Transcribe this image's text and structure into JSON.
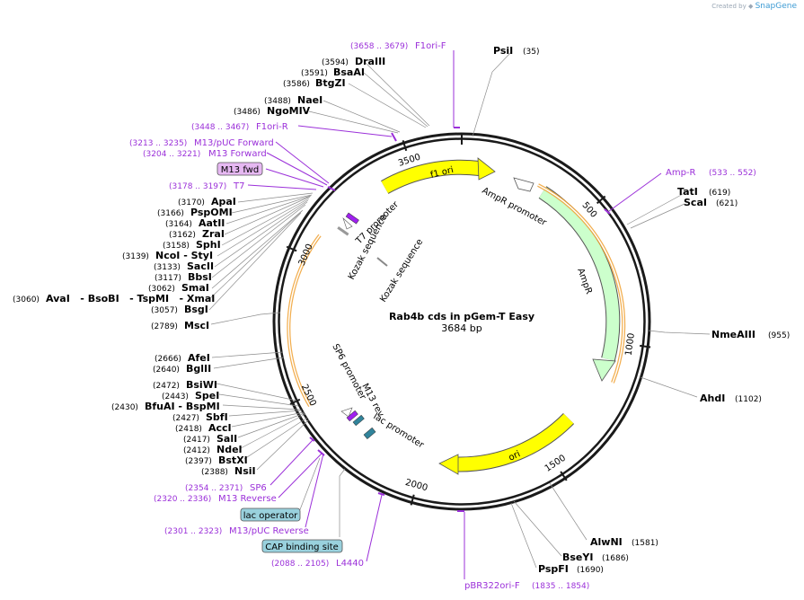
{
  "credit": {
    "prefix": "Created by",
    "brand": "SnapGene"
  },
  "plasmid": {
    "name": "Rab4b cds in pGem-T Easy",
    "length": "3684 bp",
    "bp": 3684
  },
  "ticks": [
    {
      "pos": 500,
      "label": "500"
    },
    {
      "pos": 1000,
      "label": "1000"
    },
    {
      "pos": 1500,
      "label": "1500"
    },
    {
      "pos": 2000,
      "label": "2000"
    },
    {
      "pos": 2500,
      "label": "2500"
    },
    {
      "pos": 3000,
      "label": "3000"
    },
    {
      "pos": 3500,
      "label": "3500"
    }
  ],
  "features": [
    {
      "name": "f1 ori",
      "type": "rep_origin",
      "color": "#ffff00"
    },
    {
      "name": "ori",
      "type": "rep_origin",
      "color": "#ffff00"
    },
    {
      "name": "AmpR",
      "type": "CDS",
      "color": "#ccffcc"
    },
    {
      "name": "AmpR promoter",
      "type": "promoter",
      "color": "#ffffff"
    },
    {
      "name": "T7 promoter",
      "type": "promoter",
      "color": "#ffffff"
    },
    {
      "name": "Kozak sequence",
      "type": "misc",
      "color": "#999999"
    },
    {
      "name": "Kozak sequence",
      "type": "misc",
      "color": "#999999"
    },
    {
      "name": "SP6 promoter",
      "type": "promoter",
      "color": "#ffffff"
    },
    {
      "name": "M13 rev",
      "type": "primer_bind",
      "color": "#a020f0"
    },
    {
      "name": "lac promoter",
      "type": "promoter",
      "color": "#31849b"
    }
  ],
  "sites_right": [
    {
      "name": "PsiI",
      "pos": "(35)"
    },
    {
      "name": "TatI",
      "pos": "(619)"
    },
    {
      "name": "ScaI",
      "pos": "(621)"
    },
    {
      "name": "NmeAIII",
      "pos": "(955)"
    },
    {
      "name": "AhdI",
      "pos": "(1102)"
    },
    {
      "name": "AlwNI",
      "pos": "(1581)"
    },
    {
      "name": "BseYI",
      "pos": "(1686)"
    },
    {
      "name": "PspFI",
      "pos": "(1690)"
    }
  ],
  "sites_left": [
    {
      "pos": "(3594)",
      "name": "DraIII"
    },
    {
      "pos": "(3591)",
      "name": "BsaAI"
    },
    {
      "pos": "(3586)",
      "name": "BtgZI"
    },
    {
      "pos": "(3488)",
      "name": "NaeI"
    },
    {
      "pos": "(3486)",
      "name": "NgoMIV"
    },
    {
      "pos": "(3170)",
      "name": "ApaI"
    },
    {
      "pos": "(3166)",
      "name": "PspOMI"
    },
    {
      "pos": "(3164)",
      "name": "AatII"
    },
    {
      "pos": "(3162)",
      "name": "ZraI"
    },
    {
      "pos": "(3158)",
      "name": "SphI"
    },
    {
      "pos": "(3139)",
      "name": "NcoI  - StyI"
    },
    {
      "pos": "(3133)",
      "name": "SacII"
    },
    {
      "pos": "(3117)",
      "name": "BbsI"
    },
    {
      "pos": "(3062)",
      "name": "SmaI"
    },
    {
      "pos": "(3060)",
      "name": "AvaI   - BsoBI   - TspMI   - XmaI"
    },
    {
      "pos": "(3057)",
      "name": "BsgI"
    },
    {
      "pos": "(2789)",
      "name": "MscI"
    },
    {
      "pos": "(2666)",
      "name": "AfeI"
    },
    {
      "pos": "(2640)",
      "name": "BglII"
    },
    {
      "pos": "(2472)",
      "name": "BsiWI"
    },
    {
      "pos": "(2443)",
      "name": "SpeI"
    },
    {
      "pos": "(2430)",
      "name": "BfuAI  - BspMI"
    },
    {
      "pos": "(2427)",
      "name": "SbfI"
    },
    {
      "pos": "(2418)",
      "name": "AccI"
    },
    {
      "pos": "(2417)",
      "name": "SalI"
    },
    {
      "pos": "(2412)",
      "name": "NdeI"
    },
    {
      "pos": "(2397)",
      "name": "BstXI"
    },
    {
      "pos": "(2388)",
      "name": "NsiI"
    }
  ],
  "primers": [
    {
      "range": "(3658 .. 3679)",
      "name": "F1ori-F"
    },
    {
      "range": "(3448 .. 3467)",
      "name": "F1ori-R"
    },
    {
      "range": "(3213 .. 3235)",
      "name": "M13/pUC Forward"
    },
    {
      "range": "(3204 .. 3221)",
      "name": "M13 Forward"
    },
    {
      "range": "(3178 .. 3197)",
      "name": "T7"
    },
    {
      "range": "(533 .. 552)",
      "name": "Amp-R"
    },
    {
      "range": "(2354 .. 2371)",
      "name": "SP6"
    },
    {
      "range": "(2320 .. 2336)",
      "name": "M13 Reverse"
    },
    {
      "range": "(2301 .. 2323)",
      "name": "M13/pUC Reverse"
    },
    {
      "range": "(2088 .. 2105)",
      "name": "L4440"
    },
    {
      "range": "(1835 .. 1854)",
      "name": "pBR322ori-F"
    }
  ],
  "boxed_labels": [
    {
      "name": "M13 fwd",
      "color": "#e6b8f2"
    },
    {
      "name": "lac operator",
      "color": "#99d1dd"
    },
    {
      "name": "CAP binding site",
      "color": "#99d1dd"
    }
  ]
}
